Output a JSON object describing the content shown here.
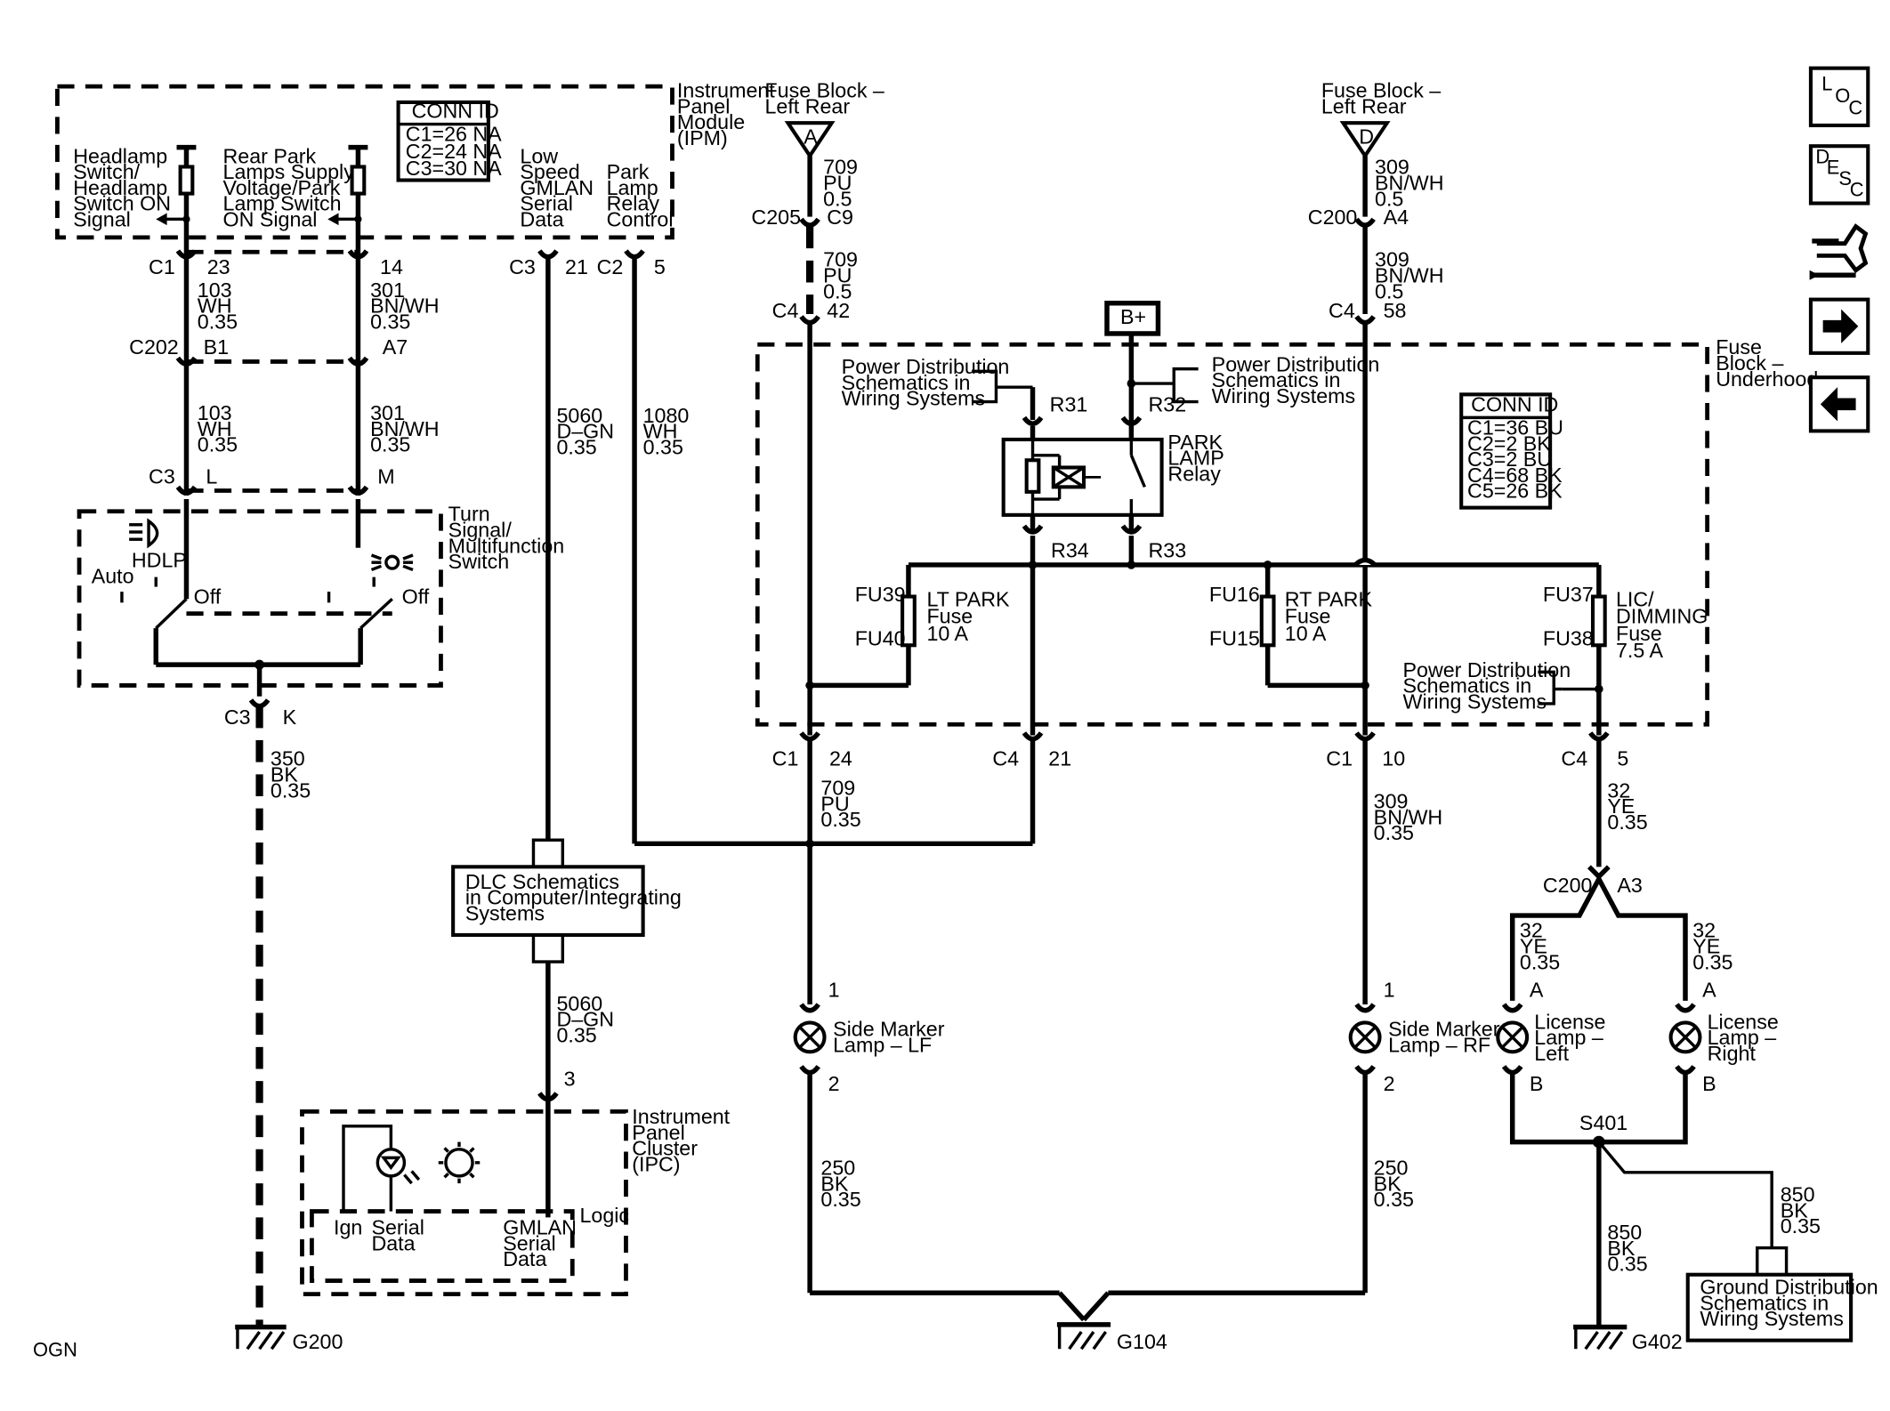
{
  "ipm": {
    "title": [
      "Instrument",
      "Panel",
      "Module",
      "(IPM)"
    ],
    "conn_title": "CONN ID",
    "conn": [
      "C1=26 NA",
      "C2=24 NA",
      "C3=30 NA"
    ],
    "sig1": [
      "Headlamp",
      "Switch/",
      "Headlamp",
      "Switch ON",
      "Signal"
    ],
    "sig2": [
      "Rear Park",
      "Lamps Supply",
      "Voltage/Park",
      "Lamp Switch",
      "ON Signal"
    ],
    "sig3": [
      "Low",
      "Speed",
      "GMLAN",
      "Serial",
      "Data"
    ],
    "sig4": [
      "Park",
      "Lamp",
      "Relay",
      "Control"
    ]
  },
  "fuse_a": {
    "title": [
      "Fuse Block –",
      "Left Rear"
    ],
    "letter": "A"
  },
  "fuse_d": {
    "title": [
      "Fuse Block –",
      "Left Rear"
    ],
    "letter": "D"
  },
  "fbu": {
    "title": [
      "Fuse",
      "Block –",
      "Underhood"
    ],
    "conn_title": "CONN ID",
    "conn": [
      "C1=36 BU",
      "C2=2 BK",
      "C3=2 BU",
      "C4=68 BK",
      "C5=26 BK"
    ],
    "bplus": "B+",
    "pd_left": [
      "Power Distribution",
      "Schematics in",
      "Wiring Systems"
    ],
    "pd_right": [
      "Power Distribution",
      "Schematics in",
      "Wiring Systems"
    ],
    "pd_bottom": [
      "Power Distribution",
      "Schematics in",
      "Wiring Systems"
    ],
    "relay": [
      "PARK",
      "LAMP",
      "Relay"
    ],
    "lt_park": [
      "LT PARK",
      "Fuse",
      "10 A"
    ],
    "rt_park": [
      "RT PARK",
      "Fuse",
      "10 A"
    ],
    "lic": [
      "LIC/",
      "DIMMING",
      "Fuse",
      "7.5 A"
    ]
  },
  "switch": {
    "title": [
      "Turn",
      "Signal/",
      "Multifunction",
      "Switch"
    ],
    "hdlp": "HDLP",
    "auto": "Auto",
    "off": "Off"
  },
  "dlc": [
    "DLC Schematics",
    "in Computer/Integrating",
    "Systems"
  ],
  "ipc": {
    "title": [
      "Instrument",
      "Panel",
      "Cluster",
      "(IPC)"
    ],
    "logic": "Logic",
    "ign": "Ign",
    "serial": [
      "Serial",
      "Data"
    ],
    "gmlan": [
      "GMLAN",
      "Serial",
      "Data"
    ]
  },
  "lamps": {
    "lf": [
      "Side Marker",
      "Lamp – LF"
    ],
    "rf": [
      "Side Marker",
      "Lamp – RF"
    ],
    "lic_l": [
      "License",
      "Lamp –",
      "Left"
    ],
    "lic_r": [
      "License",
      "Lamp –",
      "Right"
    ]
  },
  "ground_dist": [
    "Ground Distribution",
    "Schematics in",
    "Wiring Systems"
  ],
  "grounds": {
    "g200": "G200",
    "g104": "G104",
    "g402": "G402"
  },
  "splice": "S401",
  "labels": {
    "c1": "C1",
    "c2": "C2",
    "c3": "C3",
    "c4": "C4",
    "c200": "C200",
    "c202": "C202",
    "c205": "C205",
    "p23": "23",
    "p14": "14",
    "p21": "21",
    "p5": "5",
    "p42": "42",
    "p58": "58",
    "p24": "24",
    "p10": "10",
    "b1": "B1",
    "a7": "A7",
    "L": "L",
    "M": "M",
    "K": "K",
    "c9": "C9",
    "a4": "A4",
    "a3": "A3",
    "r31": "R31",
    "r32": "R32",
    "r33": "R33",
    "r34": "R34",
    "fu39": "FU39",
    "fu40": "FU40",
    "fu16": "FU16",
    "fu15": "FU15",
    "fu37": "FU37",
    "fu38": "FU38",
    "pin1": "1",
    "pin2": "2",
    "pin3": "3",
    "pinA": "A",
    "pinB": "B"
  },
  "wires": {
    "w709": [
      "709",
      "PU",
      "0.5"
    ],
    "w709b": [
      "709",
      "PU",
      "0.35"
    ],
    "w309": [
      "309",
      "BN/WH",
      "0.5"
    ],
    "w309b": [
      "309",
      "BN/WH",
      "0.35"
    ],
    "w103": [
      "103",
      "WH",
      "0.35"
    ],
    "w301": [
      "301",
      "BN/WH",
      "0.35"
    ],
    "w5060": [
      "5060",
      "D–GN",
      "0.35"
    ],
    "w1080": [
      "1080",
      "WH",
      "0.35"
    ],
    "w350": [
      "350",
      "BK",
      "0.35"
    ],
    "w32": [
      "32",
      "YE",
      "0.35"
    ],
    "w250": [
      "250",
      "BK",
      "0.35"
    ],
    "w850": [
      "850",
      "BK",
      "0.35"
    ]
  },
  "nav": {
    "loc": [
      "L",
      "O",
      "C"
    ],
    "desc": [
      "D",
      "E",
      "S",
      "C"
    ]
  },
  "footer": "OGN"
}
